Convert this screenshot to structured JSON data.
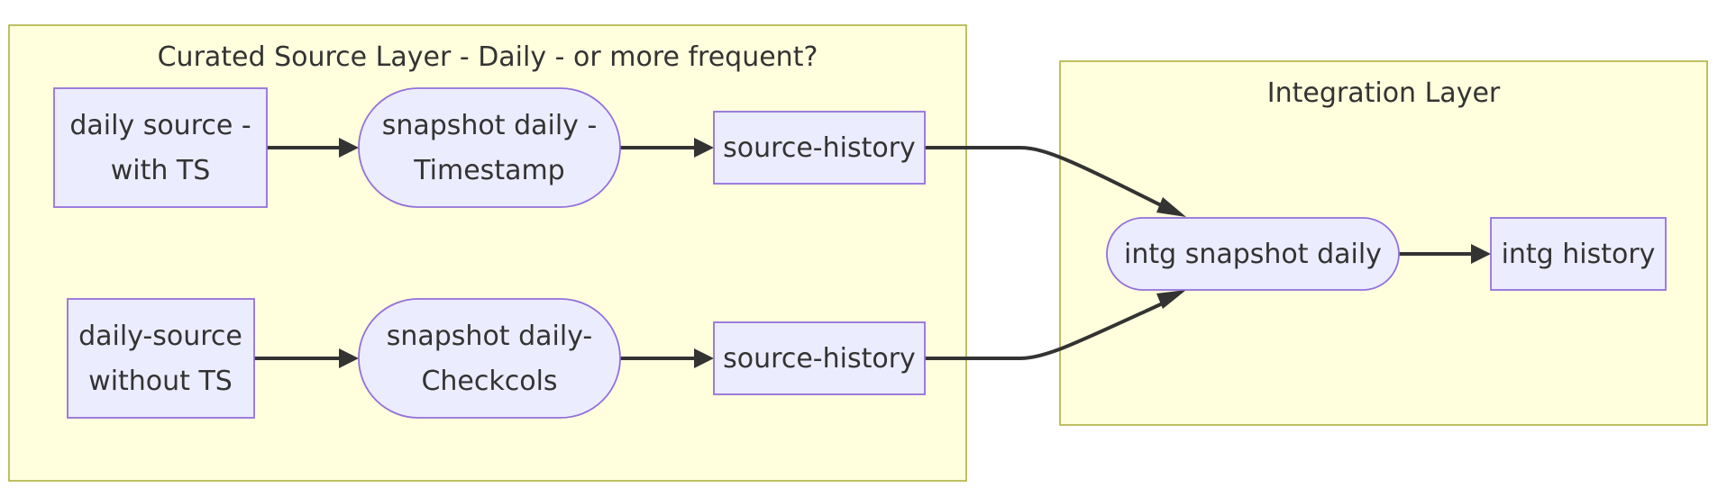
{
  "clusters": {
    "curated": {
      "title": "Curated Source Layer - Daily - or more frequent?"
    },
    "integration": {
      "title": "Integration Layer"
    }
  },
  "nodes": {
    "daily_source_ts": {
      "line1": "daily source -",
      "line2": "with TS"
    },
    "snapshot_timestamp": {
      "line1": "snapshot daily -",
      "line2": "Timestamp"
    },
    "source_history_1": {
      "label": "source-history"
    },
    "daily_source_no_ts": {
      "line1": "daily-source",
      "line2": "without TS"
    },
    "snapshot_checkcols": {
      "line1": "snapshot daily-",
      "line2": "Checkcols"
    },
    "source_history_2": {
      "label": "source-history"
    },
    "intg_snapshot": {
      "label": "intg snapshot daily"
    },
    "intg_history": {
      "label": "intg history"
    }
  },
  "colors": {
    "cluster_fill": "#ffffde",
    "cluster_stroke": "#aaaa33",
    "node_fill": "#ececff",
    "node_stroke": "#9370db",
    "edge": "#333333",
    "text": "#333333"
  }
}
